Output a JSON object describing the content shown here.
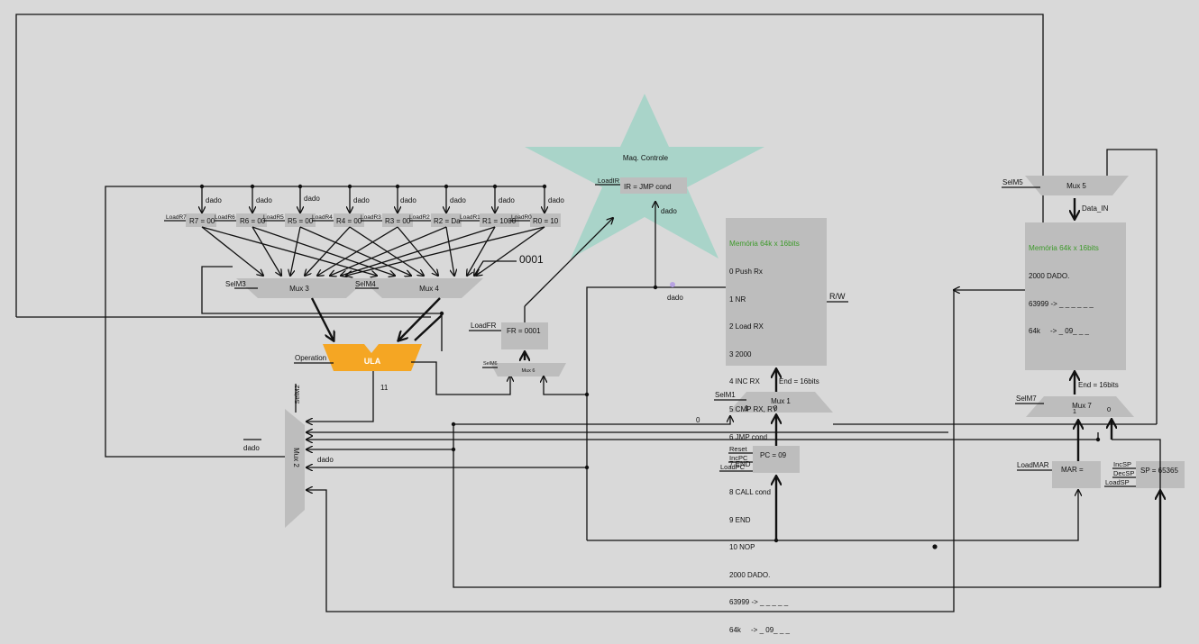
{
  "control": {
    "title": "Maq. Controle",
    "load_ir": "LoadIR",
    "ir": "IR = JMP cond",
    "dado": "dado"
  },
  "registers": [
    {
      "load": "LoadR7",
      "value": "R7 = 00"
    },
    {
      "load": "LoadR6",
      "value": "R6 = 00"
    },
    {
      "load": "LoadR5",
      "value": "R5 = 00"
    },
    {
      "load": "LoadR4",
      "value": "R4 = 00"
    },
    {
      "load": "LoadR3",
      "value": "R3 = 00"
    },
    {
      "load": "LoadR2",
      "value": "R2 = Da"
    },
    {
      "load": "LoadR1",
      "value": "R1 = 1000"
    },
    {
      "load": "LoadR0",
      "value": "R0 = 10"
    }
  ],
  "dado_label": "dado",
  "mux3": {
    "sel": "SelM3",
    "label": "Mux 3"
  },
  "mux4": {
    "sel": "SelM4",
    "label": "Mux 4"
  },
  "const_0001": "0001",
  "ula": {
    "label": "ULA",
    "operation": "Operation",
    "out_code": "11"
  },
  "fr": {
    "load": "LoadFR",
    "value": "FR =  0001"
  },
  "mux6": {
    "sel": "SelM6",
    "label": "Mux 6"
  },
  "mux2": {
    "sel": "SelM2",
    "label": "Mux 2",
    "dado_left": "dado",
    "dado_in": "dado"
  },
  "memory1": {
    "title": "Memória 64k x 16bits",
    "lines": [
      "0 Push Rx",
      "1 NR",
      "2 Load RX",
      "3 2000",
      "4 INC RX",
      "5 CMP RX, RY",
      "6 JMP cond",
      "7 END",
      "8 CALL cond",
      "9 END",
      "10 NOP",
      "2000 DADO.",
      "63999 -> _ _ _ _ _",
      "64k     -> _ 09_ _ _"
    ],
    "rw": "R/W",
    "end": "End = 16bits",
    "dado": "dado"
  },
  "mux1": {
    "sel": "SelM1",
    "label": "Mux 1",
    "in1": "1",
    "in0": "0",
    "zero": "0"
  },
  "pc": {
    "reset": "Reset",
    "inc": "IncPC",
    "load": "LoadPC",
    "value": "PC =  09"
  },
  "mux5": {
    "sel": "SelM5",
    "label": "Mux 5",
    "data_in": "Data_IN"
  },
  "memory2": {
    "title": "Memória 64k x 16bits",
    "lines": [
      "2000 DADO.",
      "63999 -> _ _ _ _ _ _",
      "64k     -> _ 09_ _ _"
    ],
    "end": "End = 16bits"
  },
  "mux7": {
    "sel": "SelM7",
    "label": "Mux  7",
    "in1": "1",
    "in0": "0"
  },
  "mar": {
    "load": "LoadMAR",
    "value": "MAR ="
  },
  "sp": {
    "inc": "IncSP",
    "dec": "DecSP",
    "load": "LoadSP",
    "value": "SP = 65365"
  }
}
